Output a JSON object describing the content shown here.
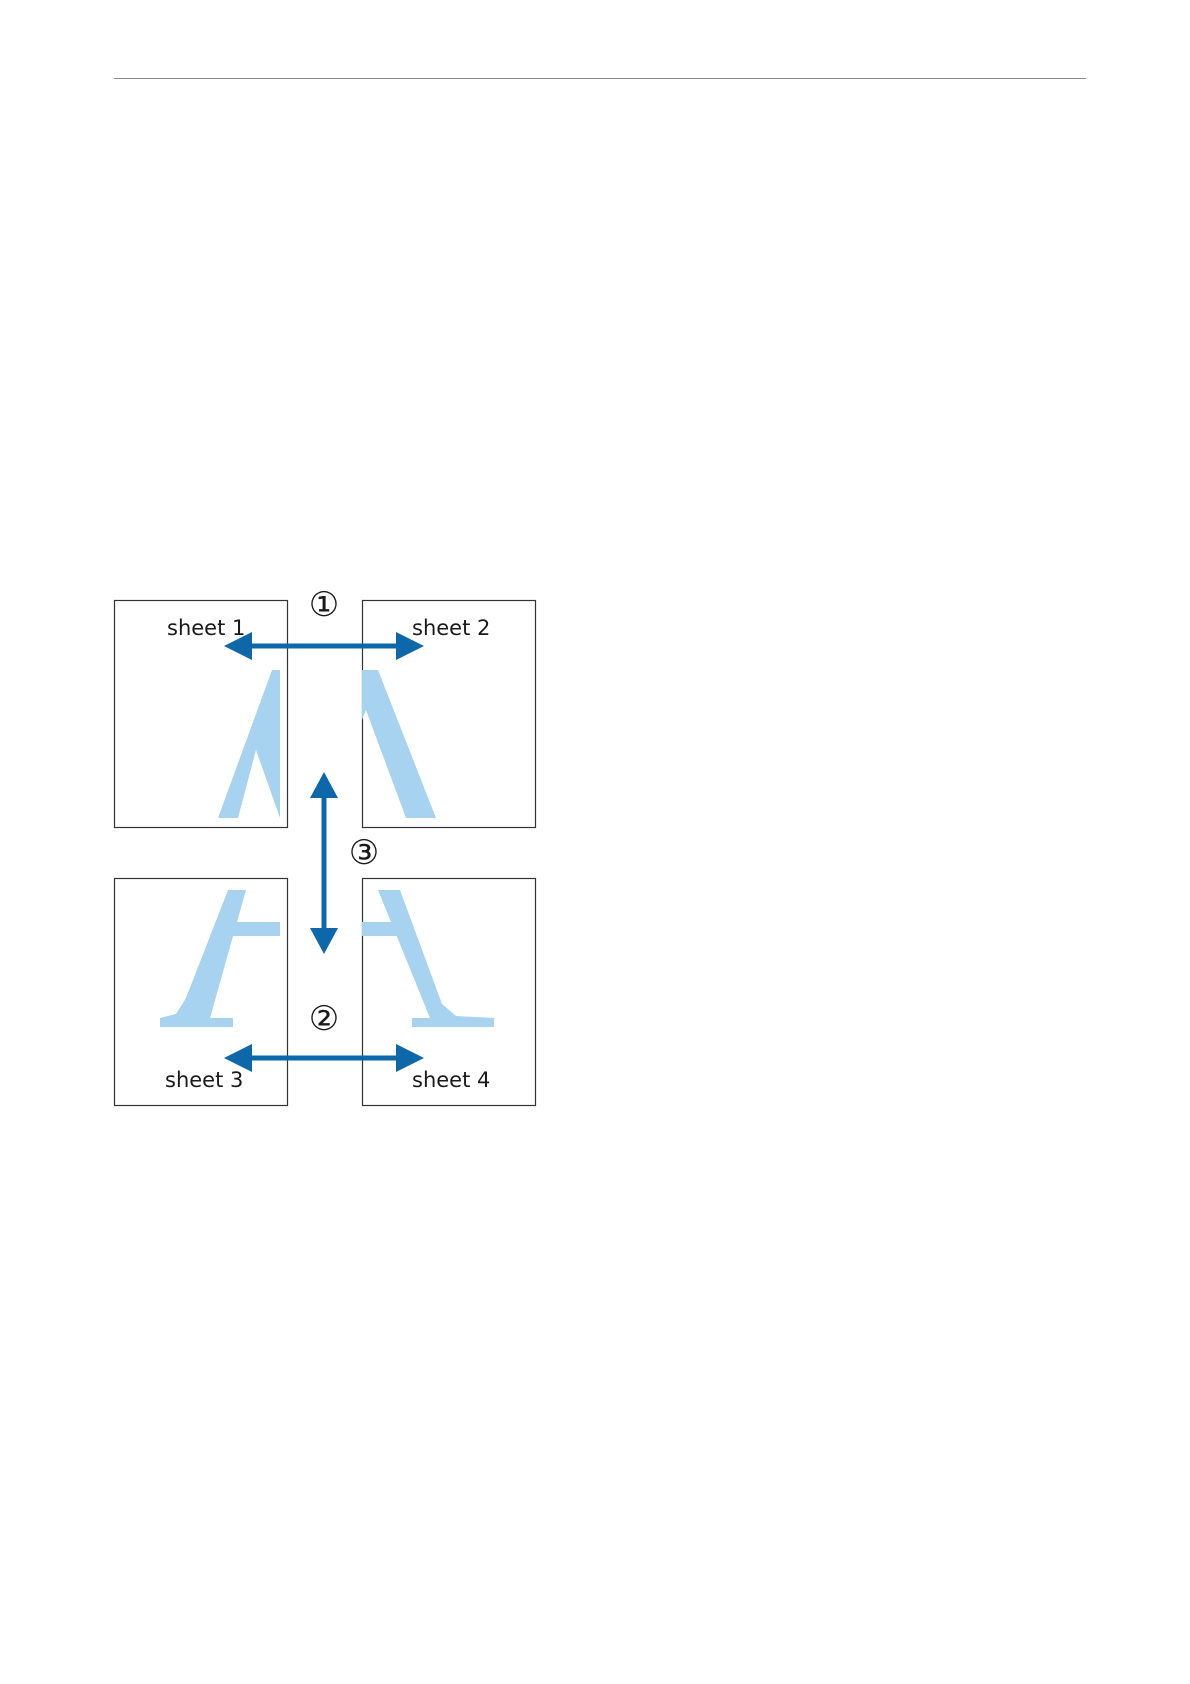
{
  "sheets": {
    "sheet1": {
      "label": "sheet 1"
    },
    "sheet2": {
      "label": "sheet 2"
    },
    "sheet3": {
      "label": "sheet 3"
    },
    "sheet4": {
      "label": "sheet 4"
    }
  },
  "steps": {
    "step1": "①",
    "step2": "②",
    "step3": "③"
  },
  "colors": {
    "arrow": "#0e67a9",
    "letter": "#a8d3f0",
    "border": "#333333",
    "rule": "#8a8a8a"
  },
  "icons": {
    "arrow_horizontal_top": "double-headed-arrow-horizontal",
    "arrow_horizontal_bottom": "double-headed-arrow-horizontal",
    "arrow_vertical": "double-headed-arrow-vertical"
  }
}
